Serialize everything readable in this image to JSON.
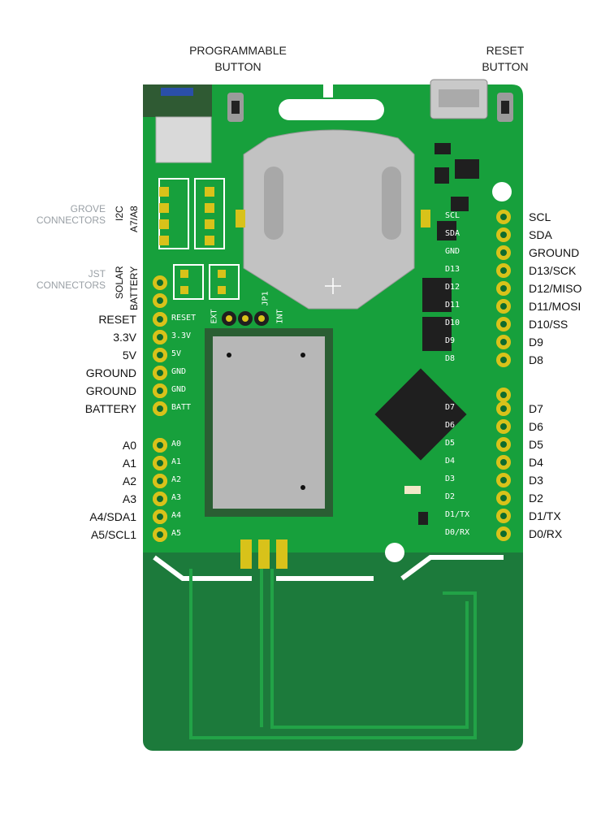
{
  "callouts": {
    "programmable_button": "PROGRAMMABLE\nBUTTON",
    "reset_button": "RESET\nBUTTON"
  },
  "side_labels": {
    "grove_connectors": "GROVE\nCONNECTORS",
    "jst_connectors": "JST\nCONNECTORS",
    "i2c": "I2C",
    "a7_a8": "A7/A8",
    "solar": "SOLAR",
    "battery_conn": "BATTERY"
  },
  "jumper_labels": {
    "ext": "EXT",
    "jp1": "JP1",
    "int": "INT"
  },
  "left_pins": [
    {
      "outer": "RESET",
      "silk": "RESET"
    },
    {
      "outer": "3.3V",
      "silk": "3.3V"
    },
    {
      "outer": "5V",
      "silk": "5V"
    },
    {
      "outer": "GROUND",
      "silk": "GND"
    },
    {
      "outer": "GROUND",
      "silk": "GND"
    },
    {
      "outer": "BATTERY",
      "silk": "BATT"
    }
  ],
  "analog_pins": [
    {
      "outer": "A0",
      "silk": "A0"
    },
    {
      "outer": "A1",
      "silk": "A1"
    },
    {
      "outer": "A2",
      "silk": "A2"
    },
    {
      "outer": "A3",
      "silk": "A3"
    },
    {
      "outer": "A4/SDA1",
      "silk": "A4"
    },
    {
      "outer": "A5/SCL1",
      "silk": "A5"
    }
  ],
  "right_pins_top": [
    {
      "outer": "SCL",
      "silk": "SCL"
    },
    {
      "outer": "SDA",
      "silk": "SDA"
    },
    {
      "outer": "GROUND",
      "silk": "GND"
    },
    {
      "outer": "D13/SCK",
      "silk": "D13"
    },
    {
      "outer": "D12/MISO",
      "silk": "D12"
    },
    {
      "outer": "D11/MOSI",
      "silk": "D11"
    },
    {
      "outer": "D10/SS",
      "silk": "D10"
    },
    {
      "outer": "D9",
      "silk": "D9"
    },
    {
      "outer": "D8",
      "silk": "D8"
    }
  ],
  "right_pins_bottom": [
    {
      "outer": "D7",
      "silk": "D7"
    },
    {
      "outer": "D6",
      "silk": "D6"
    },
    {
      "outer": "D5",
      "silk": "D5"
    },
    {
      "outer": "D4",
      "silk": "D4"
    },
    {
      "outer": "D3",
      "silk": "D3"
    },
    {
      "outer": "D2",
      "silk": "D2"
    },
    {
      "outer": "D1/TX",
      "silk": "D1/TX"
    },
    {
      "outer": "D0/RX",
      "silk": "D0/RX"
    }
  ],
  "colors": {
    "pcb": "#17a03c",
    "pcb_dark": "#0e6b2f",
    "antenna_area": "#1c7a3b",
    "pad_gold": "#d8c21a",
    "silk_white": "#ffffff",
    "module_grey": "#bdbdbd",
    "chip_black": "#1f1f1f"
  }
}
